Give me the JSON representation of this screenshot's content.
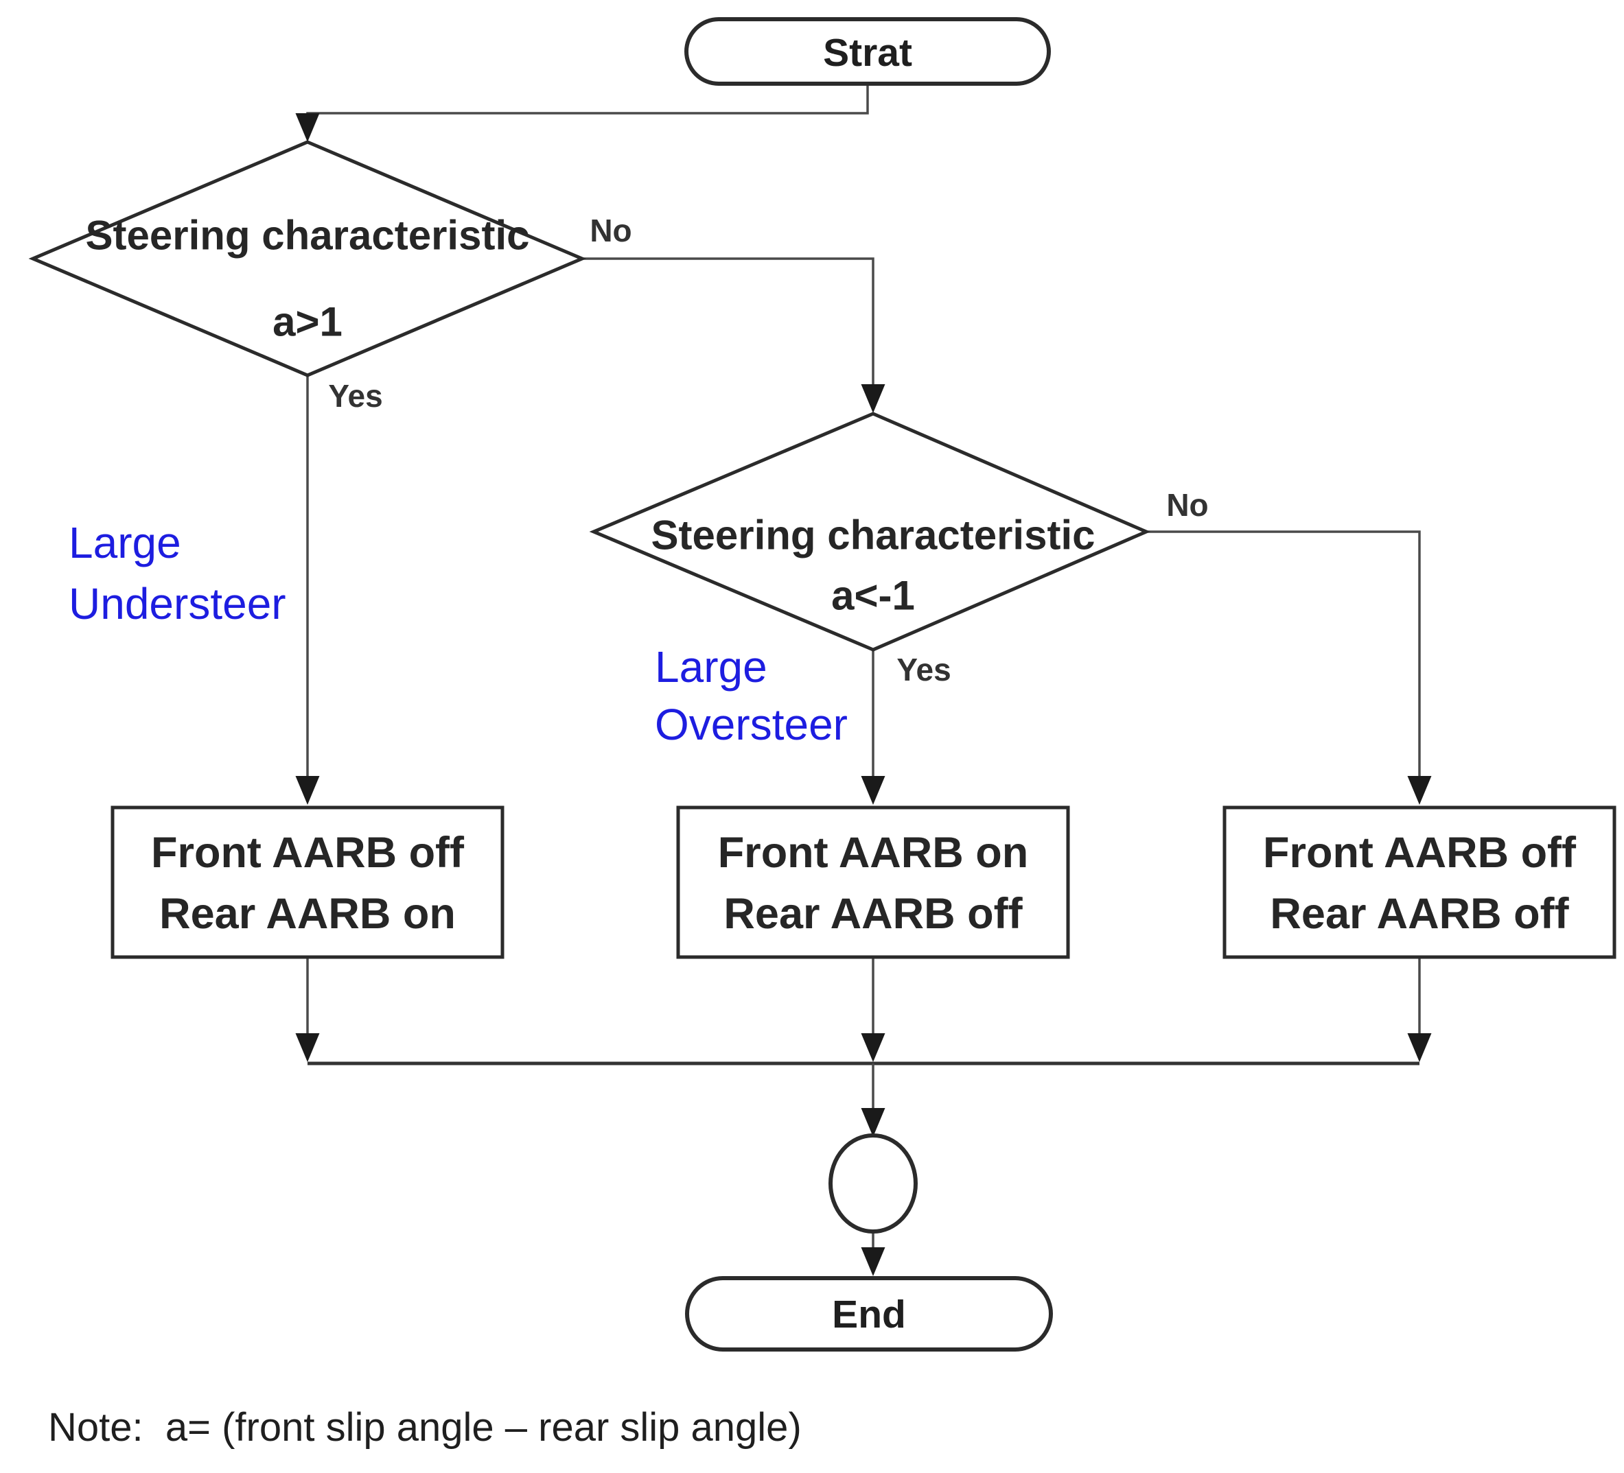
{
  "flowchart": {
    "start": {
      "label": "Strat"
    },
    "decision1": {
      "label_line1": "Steering characteristic",
      "label_line2": "a>1",
      "no_label": "No",
      "yes_label": "Yes"
    },
    "annotation_understeer": {
      "line1": "Large",
      "line2": "Understeer"
    },
    "decision2": {
      "label_line1": "Steering characteristic",
      "label_line2": "a<-1",
      "no_label": "No",
      "yes_label": "Yes"
    },
    "annotation_oversteer": {
      "line1": "Large",
      "line2": "Oversteer"
    },
    "process_left": {
      "line1": "Front AARB off",
      "line2": "Rear AARB on"
    },
    "process_middle": {
      "line1": "Front AARB on",
      "line2": "Rear AARB off"
    },
    "process_right": {
      "line1": "Front AARB off",
      "line2": "Rear AARB off"
    },
    "end": {
      "label": "End"
    },
    "note": "Note:  a= (front slip angle – rear slip angle)",
    "colors": {
      "annotation_blue": "#1d1de0",
      "line_color": "#2b2b2b",
      "background": "#ffffff"
    }
  }
}
